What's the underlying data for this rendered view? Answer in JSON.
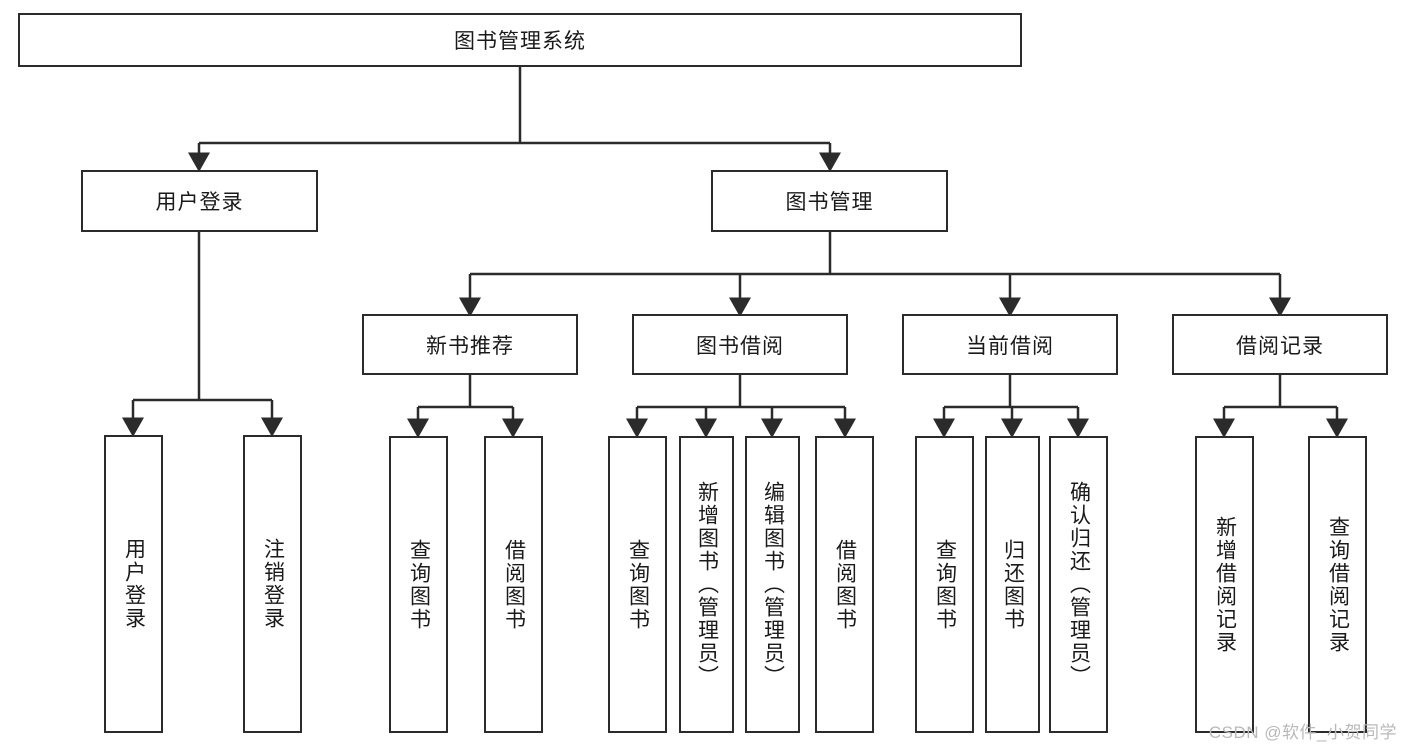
{
  "diagram": {
    "type": "tree-hierarchy-chart",
    "title": "图书管理系统",
    "watermark": "CSDN @软件_小贺同学",
    "colors": {
      "stroke": "#2b2b2b",
      "fill": "#ffffff",
      "text": "#1a1a1a",
      "watermark": "#b9b9b9"
    },
    "levels": {
      "root": {
        "label": "图书管理系统"
      },
      "level2": [
        {
          "id": "user-login",
          "label": "用户登录"
        },
        {
          "id": "book-management",
          "label": "图书管理"
        }
      ],
      "level3": [
        {
          "id": "new-book-recommend",
          "label": "新书推荐"
        },
        {
          "id": "book-borrow",
          "label": "图书借阅"
        },
        {
          "id": "current-borrow",
          "label": "当前借阅"
        },
        {
          "id": "borrow-record",
          "label": "借阅记录"
        }
      ],
      "level4": [
        {
          "id": "leaf-user-login",
          "label": "用户登录",
          "parent": "user-login"
        },
        {
          "id": "leaf-logout",
          "label": "注销登录",
          "parent": "user-login"
        },
        {
          "id": "leaf-query-book-1",
          "label": "查询图书",
          "parent": "new-book-recommend"
        },
        {
          "id": "leaf-borrow-book-1",
          "label": "借阅图书",
          "parent": "new-book-recommend"
        },
        {
          "id": "leaf-query-book-2",
          "label": "查询图书",
          "parent": "book-borrow"
        },
        {
          "id": "leaf-add-book",
          "label": "新增图书（管理员）",
          "parent": "book-borrow"
        },
        {
          "id": "leaf-edit-book",
          "label": "编辑图书（管理员）",
          "parent": "book-borrow"
        },
        {
          "id": "leaf-borrow-book-2",
          "label": "借阅图书",
          "parent": "book-borrow"
        },
        {
          "id": "leaf-query-book-3",
          "label": "查询图书",
          "parent": "current-borrow"
        },
        {
          "id": "leaf-return-book",
          "label": "归还图书",
          "parent": "current-borrow"
        },
        {
          "id": "leaf-confirm-return",
          "label": "确认归还（管理员）",
          "parent": "current-borrow"
        },
        {
          "id": "leaf-add-record",
          "label": "新增借阅记录",
          "parent": "borrow-record"
        },
        {
          "id": "leaf-query-record",
          "label": "查询借阅记录",
          "parent": "borrow-record"
        }
      ]
    }
  }
}
